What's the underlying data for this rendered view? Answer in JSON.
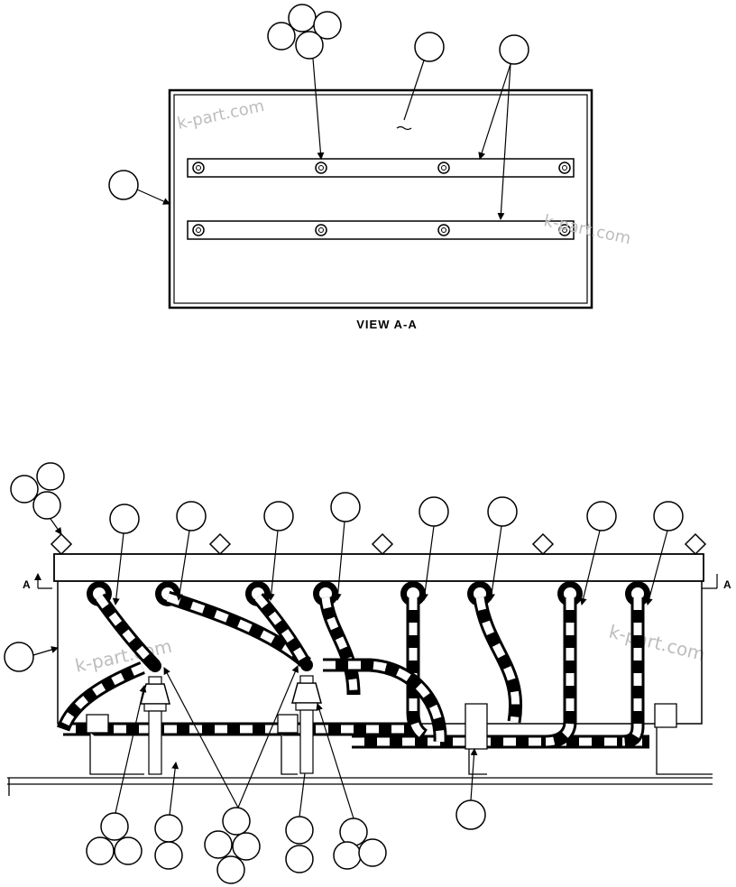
{
  "view_label": "VIEW A-A",
  "section_marker_left": "A",
  "section_marker_right": "A",
  "watermark_text": "k-part.com",
  "colors": {
    "ink": "#000000",
    "paper": "#ffffff",
    "watermark": "#bdbdbd"
  }
}
